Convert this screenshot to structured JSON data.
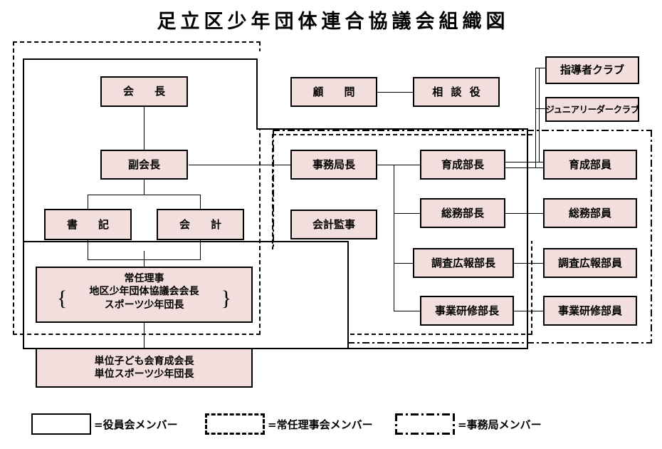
{
  "title": "足立区少年団体連合協議会組織図",
  "colors": {
    "node_fill": "#f2dedc",
    "node_border": "#000000",
    "background": "#ffffff"
  },
  "nodes": {
    "president": "会　長",
    "vice_president": "副会長",
    "secretary": "書　記",
    "treasurer": "会　計",
    "advisor": "顧　問",
    "counselor": "相 談 役",
    "secretary_general": "事務局長",
    "auditor": "会計監事",
    "leader_club": "指導者クラブ",
    "junior_leader_club": "ジュニアリーダークラブ",
    "standing_director": {
      "line1": "常任理事",
      "line2": "地区少年団体協議会会長",
      "line3": "スポーツ少年団長",
      "brace_left": "{",
      "brace_right": "}"
    },
    "unit_group": {
      "line1": "単位子ども会育成会長",
      "line2": "単位スポーツ少年団長"
    },
    "chiefs": [
      {
        "label": "育成部長"
      },
      {
        "label": "総務部長"
      },
      {
        "label": "調査広報部長"
      },
      {
        "label": "事業研修部長"
      }
    ],
    "members": [
      {
        "label": "育成部員"
      },
      {
        "label": "総務部員"
      },
      {
        "label": "調査広報部員"
      },
      {
        "label": "事業研修部員"
      }
    ]
  },
  "legend": {
    "items": [
      {
        "style": "solid",
        "label": "=役員会メンバー"
      },
      {
        "style": "dashed",
        "label": "=常任理事会メンバー"
      },
      {
        "style": "dashdot",
        "label": "=事務局メンバー"
      }
    ]
  }
}
